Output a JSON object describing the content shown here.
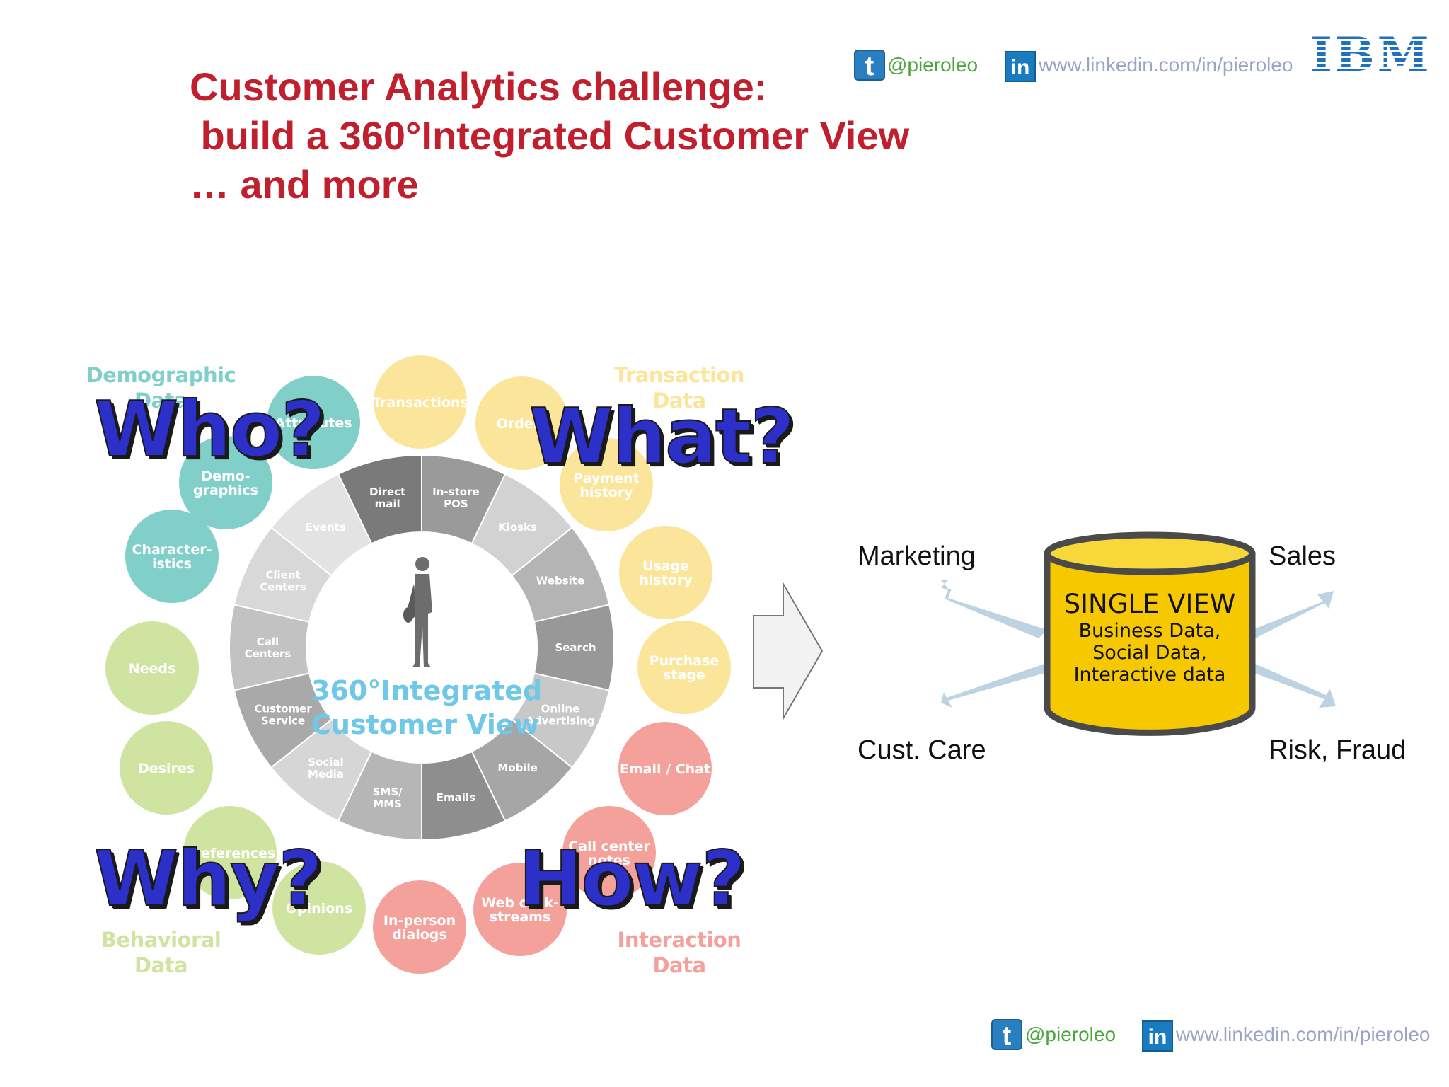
{
  "title": {
    "line1": "Customer Analytics challenge:",
    "line2": " build a 360°Integrated Customer View",
    "line3": "… and more"
  },
  "social": {
    "twitter_handle": "@pieroleo",
    "linkedin_url": "www.linkedin.com/in/pieroleo",
    "ibm_logo": "IBM"
  },
  "colors": {
    "title": "#c0202e",
    "question": "#2d2fc9",
    "demographic": "#80cfc9",
    "transaction": "#fbe59a",
    "behavioral": "#cfe4a0",
    "interaction": "#f4a19c",
    "cylinder": "#f5c800"
  },
  "wheel": {
    "center_label": "360°Integrated\nCustomer View",
    "segments": [
      "Direct\nmail",
      "In-store\nPOS",
      "Kiosks",
      "Website",
      "Search",
      "Online\nAdvertising",
      "Mobile",
      "Emails",
      "SMS/\nMMS",
      "Social\nMedia",
      "Customer\nService",
      "Call\nCenters",
      "Client\nCenters",
      "Events"
    ]
  },
  "circles": {
    "demographic": [
      "Attributes",
      "Demo-\ngraphics",
      "Character-\nistics"
    ],
    "transaction": [
      "Transactions",
      "Orders",
      "Payment\nhistory",
      "Usage\nhistory",
      "Purchase\nstage"
    ],
    "behavioral": [
      "Needs",
      "Desires",
      "Preferences",
      "Opinions"
    ],
    "interaction": [
      "Email / Chat",
      "Call center\nnotes",
      "Web click-\nstreams",
      "In-person\ndialogs"
    ]
  },
  "categories": {
    "demographic": "Demographic\nData",
    "transaction": "Transaction\nData",
    "behavioral": "Behavioral\nData",
    "interaction": "Interaction\nData"
  },
  "questions": {
    "who": "Who?",
    "what": "What?",
    "why": "Why?",
    "how": "How?"
  },
  "single_view": {
    "title": "SINGLE VIEW",
    "line1": "Business Data,",
    "line2": "Social Data,",
    "line3": "Interactive data"
  },
  "functions": {
    "marketing": "Marketing",
    "sales": "Sales",
    "cust_care": "Cust. Care",
    "risk": "Risk, Fraud"
  }
}
